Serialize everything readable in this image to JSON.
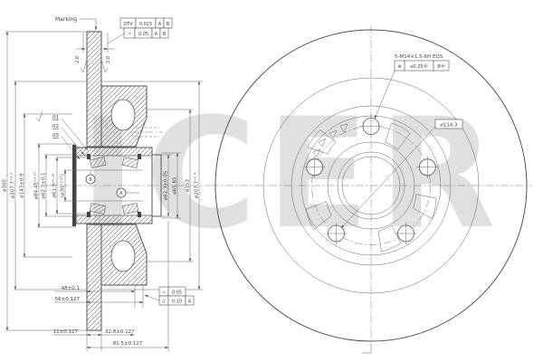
{
  "watermark_text": "ICER",
  "colors": {
    "line": "#555555",
    "text": "#444444",
    "watermark": "#c8c8c8"
  },
  "section_view": {
    "marking_label": "Marking",
    "frames_top": [
      {
        "cells": [
          "DTV",
          "0.015",
          "A",
          "B"
        ]
      },
      {
        "cells": [
          "↗",
          "0.05",
          "A",
          "B"
        ]
      }
    ],
    "roughness": [
      "2.0",
      "2.0"
    ],
    "item_labels": [
      "01",
      "02",
      "03"
    ],
    "datum_circles": {
      "a": "A",
      "b": "B"
    },
    "left_dims": [
      "⌀300",
      "⌀207.7⁺⁰·⁴",
      "⌀143±0.9",
      "⌀84.45⁺⁰·⁰⁷",
      "⌀62.3±0.1",
      "⌀61.9⁺⁰·¹⁸",
      "(⌀30⁻⁰·²¹)"
    ],
    "right_dims": [
      "⌀62.3±0.05",
      "⌀65.85",
      "⌀153",
      "⌀207.7⁺⁰·⁴"
    ],
    "bottom_dims": [
      "48±0.1",
      "56±0.127",
      "11±0.127",
      "32.8±0.127",
      "81.5±0.127"
    ],
    "frames_bottom": [
      {
        "cells": [
          "▱",
          "0.05"
        ]
      },
      {
        "cells": [
          "//",
          "0.10",
          "A"
        ]
      }
    ]
  },
  "front_view": {
    "thread_callout": "5-M14×1.5-6H EQS",
    "position_frame": {
      "cells": [
        "⊕",
        "⌀0.25Ⓜ",
        "BⓂ"
      ]
    },
    "bolt_circle_dim": "⌀114.3"
  }
}
